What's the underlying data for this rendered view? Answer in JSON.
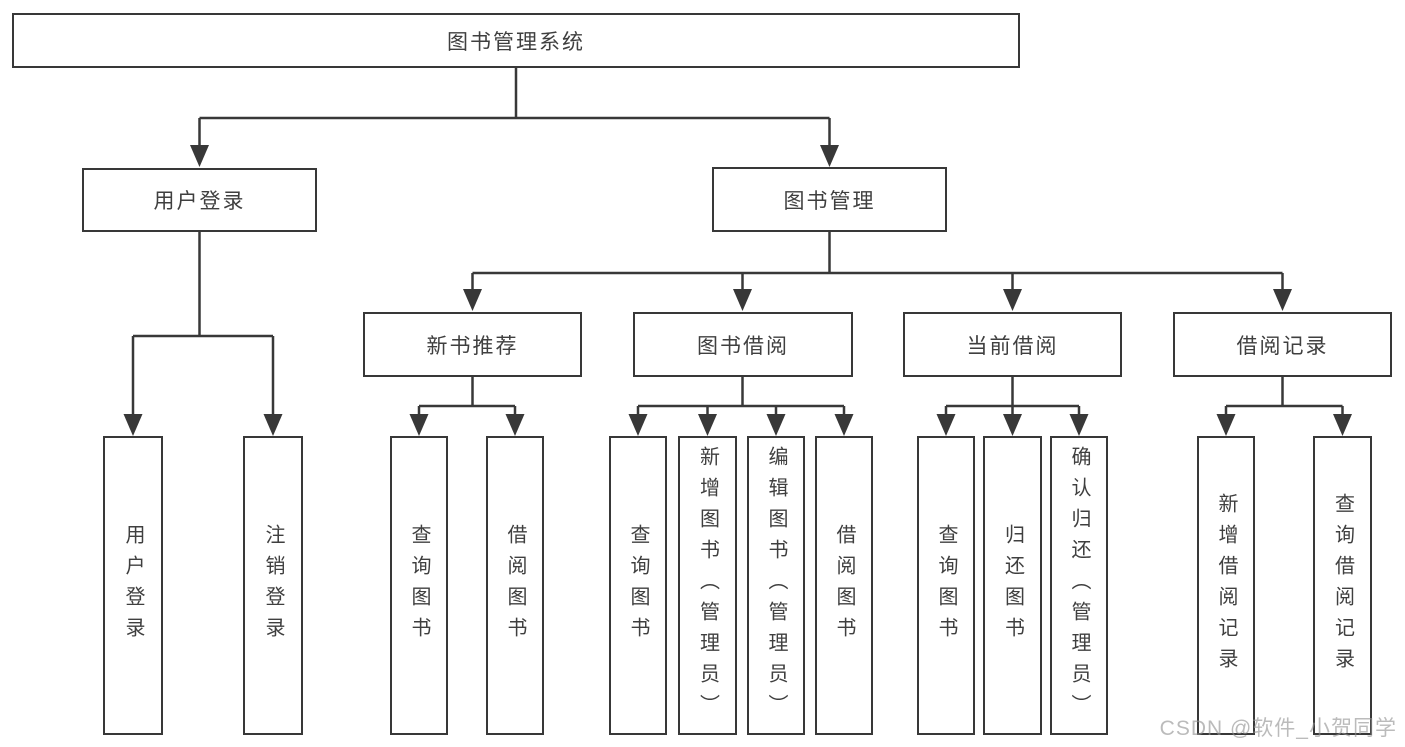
{
  "diagram": {
    "root": {
      "label": "图书管理系统"
    },
    "level2": [
      {
        "label": "用户登录"
      },
      {
        "label": "图书管理"
      }
    ],
    "level3": [
      {
        "label": "新书推荐"
      },
      {
        "label": "图书借阅"
      },
      {
        "label": "当前借阅"
      },
      {
        "label": "借阅记录"
      }
    ],
    "leaves": {
      "user_login": [
        "用户登录",
        "注销登录"
      ],
      "new_book": [
        "查询图书",
        "借阅图书"
      ],
      "book_borrow": [
        "查询图书",
        "新增图书（管理员）",
        "编辑图书（管理员）",
        "借阅图书"
      ],
      "current_borrow": [
        "查询图书",
        "归还图书",
        "确认归还（管理员）"
      ],
      "borrow_record": [
        "新增借阅记录",
        "查询借阅记录"
      ]
    }
  },
  "watermark": {
    "text": "CSDN @软件_小贺同学"
  },
  "colors": {
    "line": "#383838",
    "text": "#3f3f3f",
    "background": "#ffffff",
    "watermark": "#919191"
  }
}
